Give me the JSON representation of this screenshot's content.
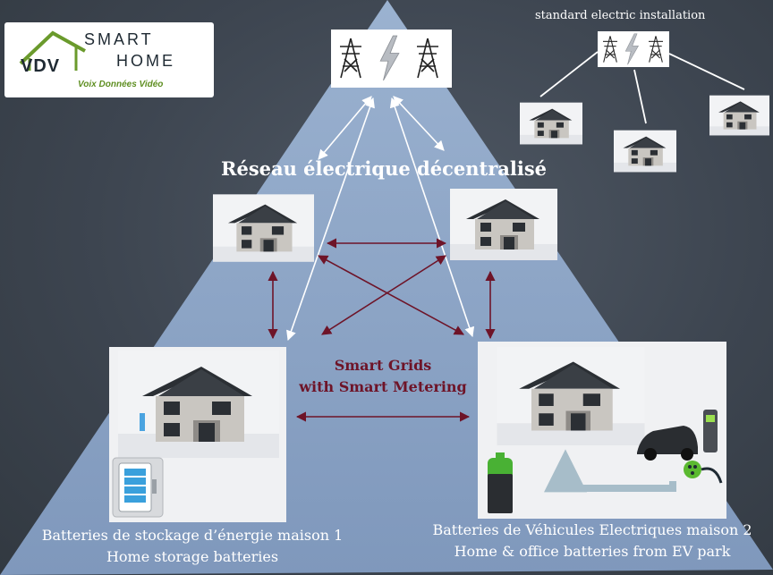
{
  "logo": {
    "brand_short": "VDV",
    "brand_word1": "SMART",
    "brand_word2": "HOME",
    "tagline": "Voix Données Vidéo"
  },
  "header_right": "standard electric installation",
  "title": "Réseau électrique décentralisé",
  "smart_grids": {
    "line1": "Smart Grids",
    "line2": "with Smart Metering"
  },
  "captions": {
    "left_line1": "Batteries de stockage d’énergie maison 1",
    "left_line2": "Home storage batteries",
    "right_line1": "Batteries de Véhicules Electriques maison 2",
    "right_line2": "Home & office batteries from EV park"
  },
  "colors": {
    "pyramid": "#8fa8c9",
    "arrow_dark": "#6e1428",
    "arrow_light": "#ffffff",
    "logo_green": "#5f8f22",
    "battery_green": "#49b134"
  },
  "icons": [
    "power-tower-icon",
    "lightning-icon",
    "house-icon",
    "battery-icon",
    "car-icon",
    "ev-charger-icon",
    "plug-icon"
  ]
}
